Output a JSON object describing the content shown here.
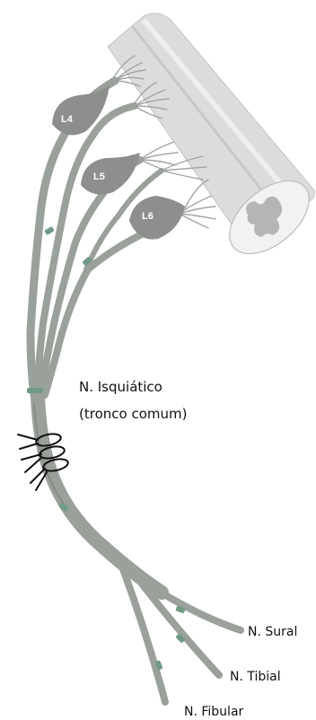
{
  "diagram": {
    "root_labels": [
      "L4",
      "L5",
      "L6"
    ],
    "sciatic_label_line1": "N. Isquiático",
    "sciatic_label_line2": "(tronco comum)",
    "branches": {
      "sural": "N. Sural",
      "tibial": "N. Tibial",
      "fibular": "N. Fibular"
    }
  },
  "colors": {
    "nerve": "#9aa09a",
    "ganglion": "#8c8f8c",
    "spinal_cord": "#dcdcdc",
    "ligature": "#111111",
    "node": "#6f9a86"
  }
}
